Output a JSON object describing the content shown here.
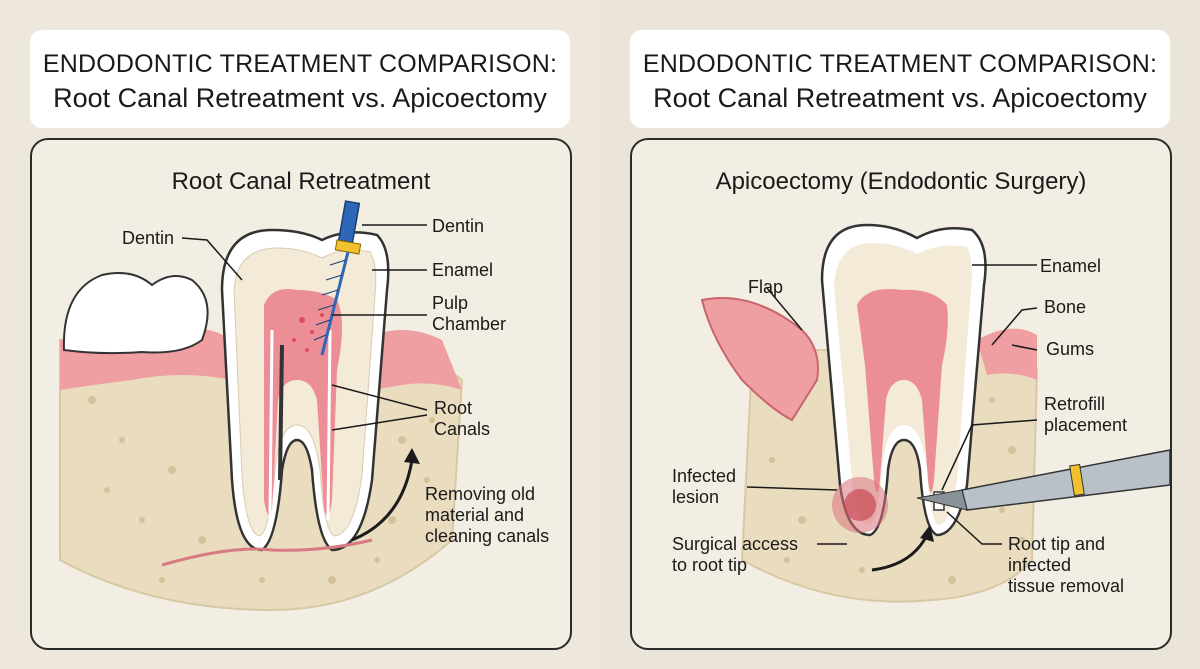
{
  "title_line1": "ENDODONTIC TREATMENT COMPARISON:",
  "title_line2": "Root Canal Retreatment vs. Apicoectomy",
  "left_panel": {
    "heading": "Root Canal Retreatment",
    "labels": {
      "dentin_left": "Dentin",
      "dentin_right": "Dentin",
      "enamel": "Enamel",
      "pulp_chamber_1": "Pulp",
      "pulp_chamber_2": "Chamber",
      "root_canals_1": "Root",
      "root_canals_2": "Canals",
      "removing_1": "Removing old",
      "removing_2": "material and",
      "removing_3": "cleaning canals"
    }
  },
  "right_panel": {
    "heading": "Apicoectomy (Endodontic Surgery)",
    "labels": {
      "flap": "Flap",
      "enamel": "Enamel",
      "bone": "Bone",
      "gums": "Gums",
      "retrofill_1": "Retrofill",
      "retrofill_2": "placement",
      "infected_1": "Infected",
      "infected_2": "lesion",
      "surgical_1": "Surgical access",
      "surgical_2": "to root tip",
      "roottip_1": "Root tip and",
      "roottip_2": "infected",
      "roottip_3": "tissue removal"
    }
  },
  "colors": {
    "bone": "#e9dcbf",
    "gum": "#ef9ea2",
    "pulp": "#ec8e95",
    "enamel": "#ffffff",
    "dentin": "#f3ead8",
    "instrument_blue": "#2f67b8",
    "instrument_yellow": "#f2c12e"
  }
}
